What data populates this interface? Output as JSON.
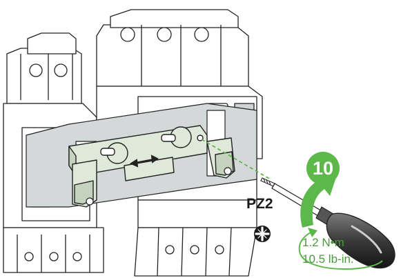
{
  "step": {
    "number": "10",
    "badge_color": "#5cb84a",
    "arrow_color": "#5cb84a"
  },
  "tool": {
    "bit_label": "PZ2",
    "bit_icon": "pozidriv-cross-icon"
  },
  "torque": {
    "metric": "1.2 N•m",
    "imperial": "10.5 lb-in.",
    "text_color": "#4a9a3c"
  }
}
